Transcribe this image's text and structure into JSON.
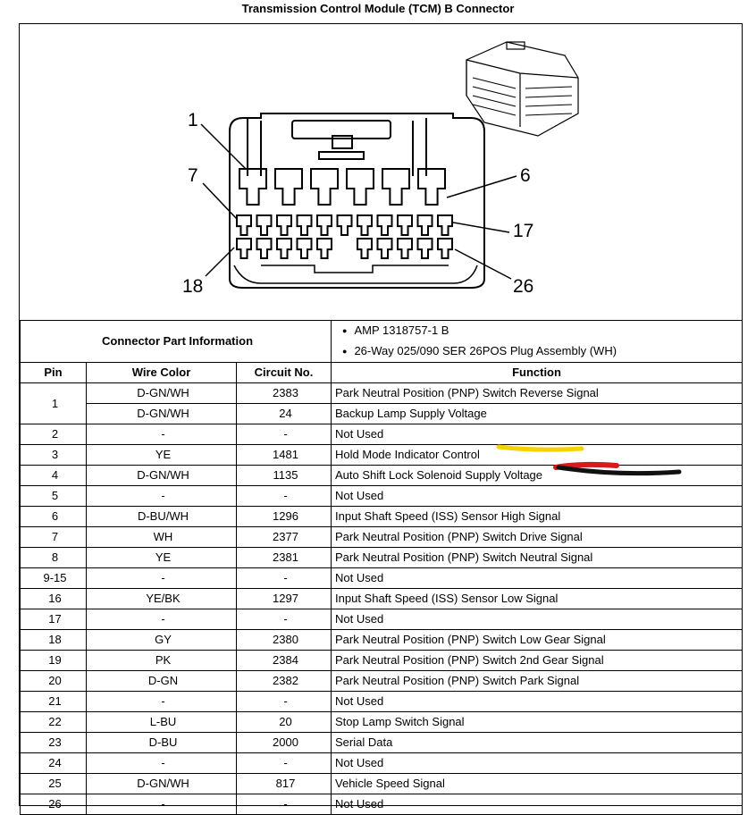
{
  "title": "Transmission Control Module (TCM) B Connector",
  "diagram": {
    "callouts": [
      "1",
      "7",
      "18",
      "6",
      "17",
      "26"
    ]
  },
  "connector_info": {
    "label": "Connector Part Information",
    "items": [
      "AMP 1318757-1 B",
      "26-Way 025/090 SER 26POS Plug Assembly (WH)"
    ]
  },
  "table": {
    "headers": [
      "Pin",
      "Wire Color",
      "Circuit No.",
      "Function"
    ],
    "rows": [
      {
        "pin": "1",
        "color": "D-GN/WH",
        "circuit": "2383",
        "function": "Park Neutral Position (PNP) Switch Reverse Signal"
      },
      {
        "pin": "",
        "color": "D-GN/WH",
        "circuit": "24",
        "function": "Backup Lamp Supply Voltage"
      },
      {
        "pin": "2",
        "color": "-",
        "circuit": "-",
        "function": "Not Used"
      },
      {
        "pin": "3",
        "color": "YE",
        "circuit": "1481",
        "function": "Hold Mode Indicator Control"
      },
      {
        "pin": "4",
        "color": "D-GN/WH",
        "circuit": "1135",
        "function": "Auto Shift Lock Solenoid Supply Voltage"
      },
      {
        "pin": "5",
        "color": "-",
        "circuit": "-",
        "function": "Not Used"
      },
      {
        "pin": "6",
        "color": "D-BU/WH",
        "circuit": "1296",
        "function": "Input Shaft Speed (ISS) Sensor High Signal"
      },
      {
        "pin": "7",
        "color": "WH",
        "circuit": "2377",
        "function": "Park Neutral Position (PNP) Switch Drive Signal"
      },
      {
        "pin": "8",
        "color": "YE",
        "circuit": "2381",
        "function": "Park Neutral Position (PNP) Switch Neutral Signal"
      },
      {
        "pin": "9-15",
        "color": "-",
        "circuit": "-",
        "function": "Not Used"
      },
      {
        "pin": "16",
        "color": "YE/BK",
        "circuit": "1297",
        "function": "Input Shaft Speed (ISS) Sensor Low Signal"
      },
      {
        "pin": "17",
        "color": "-",
        "circuit": "-",
        "function": "Not Used"
      },
      {
        "pin": "18",
        "color": "GY",
        "circuit": "2380",
        "function": "Park Neutral Position (PNP) Switch Low Gear Signal"
      },
      {
        "pin": "19",
        "color": "PK",
        "circuit": "2384",
        "function": "Park Neutral Position (PNP) Switch 2nd Gear Signal"
      },
      {
        "pin": "20",
        "color": "D-GN",
        "circuit": "2382",
        "function": "Park Neutral Position (PNP) Switch Park Signal"
      },
      {
        "pin": "21",
        "color": "-",
        "circuit": "-",
        "function": "Not Used"
      },
      {
        "pin": "22",
        "color": "L-BU",
        "circuit": "20",
        "function": "Stop Lamp Switch Signal"
      },
      {
        "pin": "23",
        "color": "D-BU",
        "circuit": "2000",
        "function": "Serial Data"
      },
      {
        "pin": "24",
        "color": "-",
        "circuit": "-",
        "function": "Not Used"
      },
      {
        "pin": "25",
        "color": "D-GN/WH",
        "circuit": "817",
        "function": "Vehicle Speed Signal"
      },
      {
        "pin": "26",
        "color": "-",
        "circuit": "-",
        "function": "Not Used"
      }
    ]
  },
  "annotation_colors": {
    "yellow": "#f7d200",
    "red": "#d41c1c",
    "black": "#111111"
  }
}
